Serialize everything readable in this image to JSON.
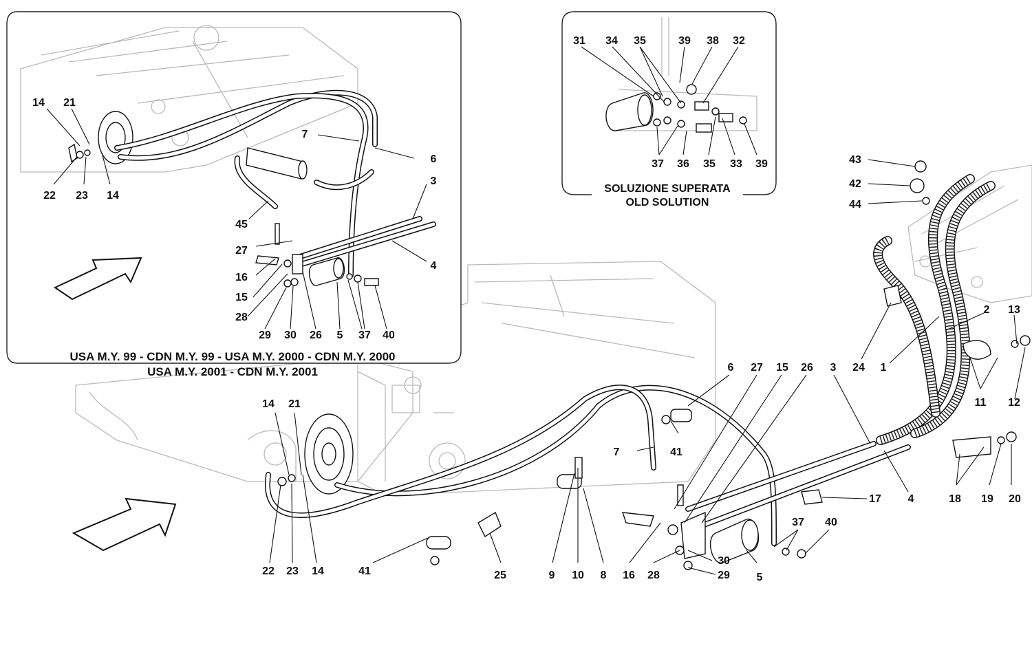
{
  "inset_main": {
    "caption_line1": "USA M.Y. 99 - CDN M.Y. 99 - USA M.Y. 2000 - CDN M.Y. 2000",
    "caption_line2": "USA M.Y. 2001 - CDN M.Y. 2001",
    "labels": {
      "l14a": "14",
      "l21": "21",
      "l22": "22",
      "l23": "23",
      "l14b": "14",
      "l7": "7",
      "l6": "6",
      "l3": "3",
      "l4": "4",
      "l45": "45",
      "l27": "27",
      "l16": "16",
      "l15": "15",
      "l28": "28",
      "l29": "29",
      "l30": "30",
      "l26": "26",
      "l5": "5",
      "l37": "37",
      "l40": "40"
    }
  },
  "inset_old": {
    "caption_line1": "SOLUZIONE SUPERATA",
    "caption_line2": "OLD SOLUTION",
    "labels": {
      "l31": "31",
      "l34": "34",
      "l35a": "35",
      "l39a": "39",
      "l38": "38",
      "l32": "32",
      "l37": "37",
      "l36": "36",
      "l35b": "35",
      "l33": "33",
      "l39b": "39"
    }
  },
  "main": {
    "labels": {
      "l43": "43",
      "l42": "42",
      "l44": "44",
      "l2": "2",
      "l13": "13",
      "l24": "24",
      "l1": "1",
      "l11": "11",
      "l12": "12",
      "l6": "6",
      "l27": "27",
      "l15": "15",
      "l26": "26",
      "l3": "3",
      "l14a": "14",
      "l21": "21",
      "l41a": "41",
      "l7": "7",
      "l17": "17",
      "l4": "4",
      "l18": "18",
      "l19": "19",
      "l20": "20",
      "l37": "37",
      "l40": "40",
      "l30": "30",
      "l22": "22",
      "l23": "23",
      "l14b": "14",
      "l41b": "41",
      "l25": "25",
      "l9": "9",
      "l10": "10",
      "l8": "8",
      "l16": "16",
      "l28": "28",
      "l29": "29",
      "l5": "5"
    }
  }
}
